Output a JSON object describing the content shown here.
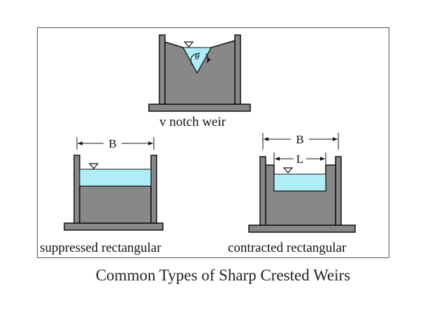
{
  "caption": "Common Types of Sharp Crested Weirs",
  "weirs": [
    {
      "label": "v notch weir",
      "angle_symbol": "θ"
    },
    {
      "label": "suppressed rectangular",
      "width_symbol": "B"
    },
    {
      "label": "contracted rectangular",
      "width_symbol": "B",
      "notch_symbol": "L"
    }
  ],
  "colors": {
    "wall": "#888888",
    "water": "#aeeef8",
    "outline": "#111111",
    "frame": "#555555"
  }
}
